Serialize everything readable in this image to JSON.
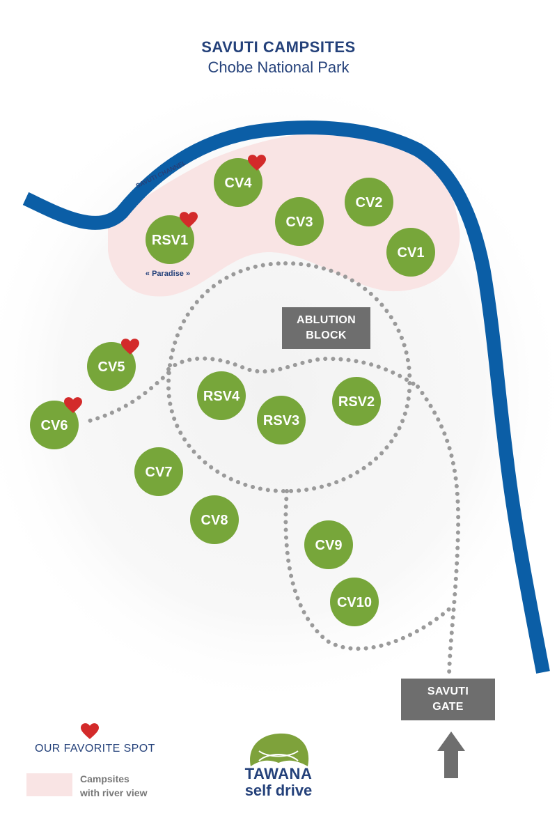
{
  "map": {
    "title": "SAVUTI CAMPSITES",
    "subtitle": "Chobe National Park",
    "river_label": "SAVUTI CHANNEL",
    "ablution_block": "ABLUTION\nBLOCK",
    "gate": "SAVUTI\nGATE",
    "paradise_note": "« Paradise »",
    "colors": {
      "river": "#0b5ea6",
      "campsite": "#77a63a",
      "river_view_zone": "#f9e4e4",
      "heart": "#d32a2a",
      "path": "#9a9a9a",
      "label_box": "#6e6e6e",
      "title": "#24417a"
    },
    "campsites": [
      {
        "id": "cv1",
        "label": "CV1",
        "favorite": false,
        "river_view": true
      },
      {
        "id": "cv2",
        "label": "CV2",
        "favorite": false,
        "river_view": true
      },
      {
        "id": "cv3",
        "label": "CV3",
        "favorite": false,
        "river_view": true
      },
      {
        "id": "cv4",
        "label": "CV4",
        "favorite": true,
        "river_view": true
      },
      {
        "id": "rsv1",
        "label": "RSV1",
        "favorite": true,
        "river_view": true
      },
      {
        "id": "cv5",
        "label": "CV5",
        "favorite": true,
        "river_view": false
      },
      {
        "id": "cv6",
        "label": "CV6",
        "favorite": true,
        "river_view": false
      },
      {
        "id": "rsv4",
        "label": "RSV4",
        "favorite": false,
        "river_view": false
      },
      {
        "id": "rsv3",
        "label": "RSV3",
        "favorite": false,
        "river_view": false
      },
      {
        "id": "rsv2",
        "label": "RSV2",
        "favorite": false,
        "river_view": false
      },
      {
        "id": "cv7",
        "label": "CV7",
        "favorite": false,
        "river_view": false
      },
      {
        "id": "cv8",
        "label": "CV8",
        "favorite": false,
        "river_view": false
      },
      {
        "id": "cv9",
        "label": "CV9",
        "favorite": false,
        "river_view": false
      },
      {
        "id": "cv10",
        "label": "CV10",
        "favorite": false,
        "river_view": false
      }
    ]
  },
  "legend": {
    "favorite_label": "OUR FAVORITE SPOT",
    "river_view_label": "Campsites\nwith river view"
  },
  "brand": {
    "name": "TAWANA",
    "tagline": "self drive"
  },
  "icons": {
    "favorite": "heart-icon",
    "direction": "arrow-up-icon",
    "logo": "tawana-logo-icon"
  }
}
